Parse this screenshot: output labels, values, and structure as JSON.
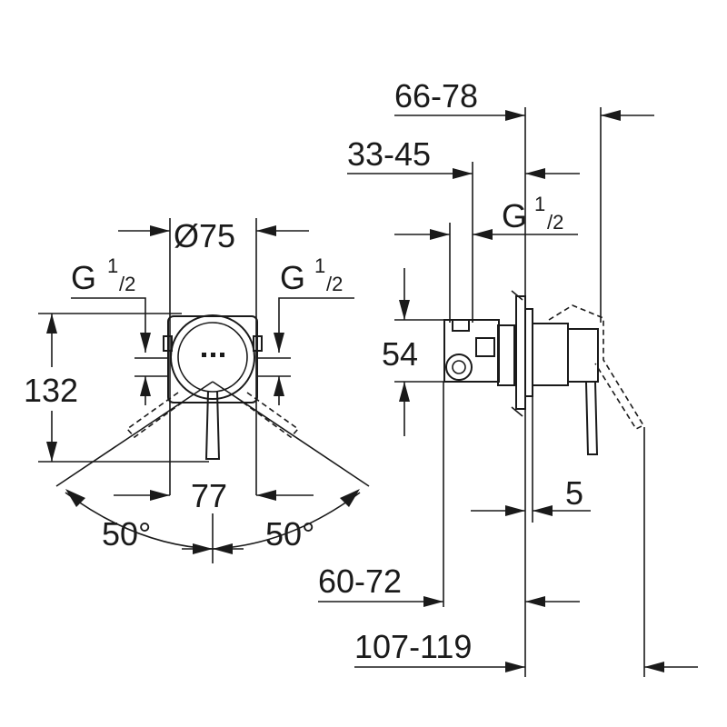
{
  "front_view": {
    "diameter": "Ø75",
    "thread_left": {
      "g": "G",
      "num": "1",
      "den": "/2"
    },
    "thread_right": {
      "g": "G",
      "num": "1",
      "den": "/2"
    },
    "height": "132",
    "center_spacing": "77",
    "angle_left": "50°",
    "angle_right": "50°"
  },
  "side_view": {
    "dim_66_78": "66-78",
    "dim_33_45": "33-45",
    "thread": {
      "g": "G",
      "num": "1",
      "den": "/2"
    },
    "dim_54": "54",
    "dim_5": "5",
    "dim_60_72": "60-72",
    "dim_107_119": "107-119"
  }
}
